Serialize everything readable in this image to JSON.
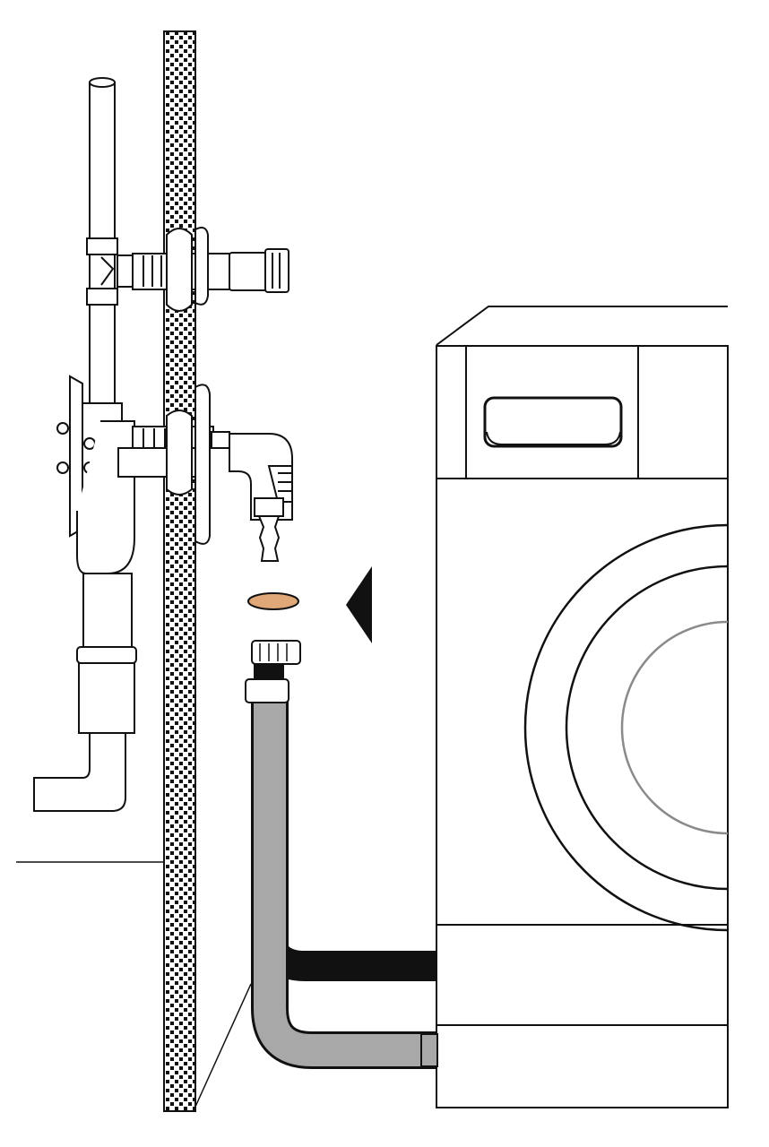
{
  "diagram": {
    "kind": "installation-illustration",
    "labels": [],
    "colors": {
      "background": "#ffffff",
      "line": "#111111",
      "drain_hose": "#111111",
      "inlet_hose": "#a8a8a8",
      "gasket": "#e0a878",
      "door_glass": "#8a8a8a"
    },
    "parts": [
      "wall",
      "floor-line",
      "supply-pipe",
      "upper-valve",
      "drain-trap",
      "waste-pipe",
      "drain-spigot-elbow",
      "rubber-washer",
      "direction-arrow",
      "drain-hose",
      "inlet-hose",
      "washing-machine"
    ]
  }
}
